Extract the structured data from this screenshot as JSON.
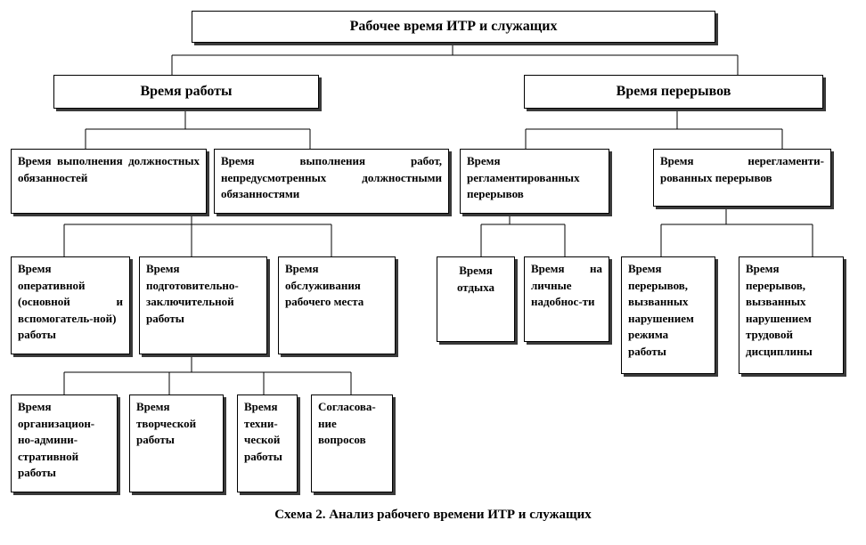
{
  "diagram": {
    "root": "Рабочее время ИТР и служащих",
    "work_time": "Время работы",
    "break_time": "Время перерывов",
    "duties": "Время выполнения должностных обязанностей",
    "unforeseen": "Время выполнения работ, непредусмотренных должностными обязанностями",
    "regulated": "Время\nрегламентированных\nперерывов",
    "unregulated": "Время нерегламенти-рованных перерывов",
    "operational": "Время\nоперативной\n(основной и вспомогатель-ной) работы",
    "preparatory": "Время\nподготовительно-\nзаключительной\nработы",
    "service": "Время\nобслуживания\nрабочего места",
    "rest": "Время\nотдыха",
    "personal": "Время на личные надобнос-ти",
    "breaks_regime": "Время\nперерывов,\nвызванных\nнарушением\nрежима\nработы",
    "breaks_discipline": "Время\nперерывов,\nвызванных\nнарушением\nтрудовой\nдисциплины",
    "org_admin": "Время\nорганизацион-\nно-админи-\nстративной\nработы",
    "creative": "Время\nтворческой\nработы",
    "technical": "Время\nтехни-\nческой\nработы",
    "approval": "Согласова-\nние\nвопросов",
    "caption": "Схема 2. Анализ рабочего времени ИТР и служащих"
  }
}
